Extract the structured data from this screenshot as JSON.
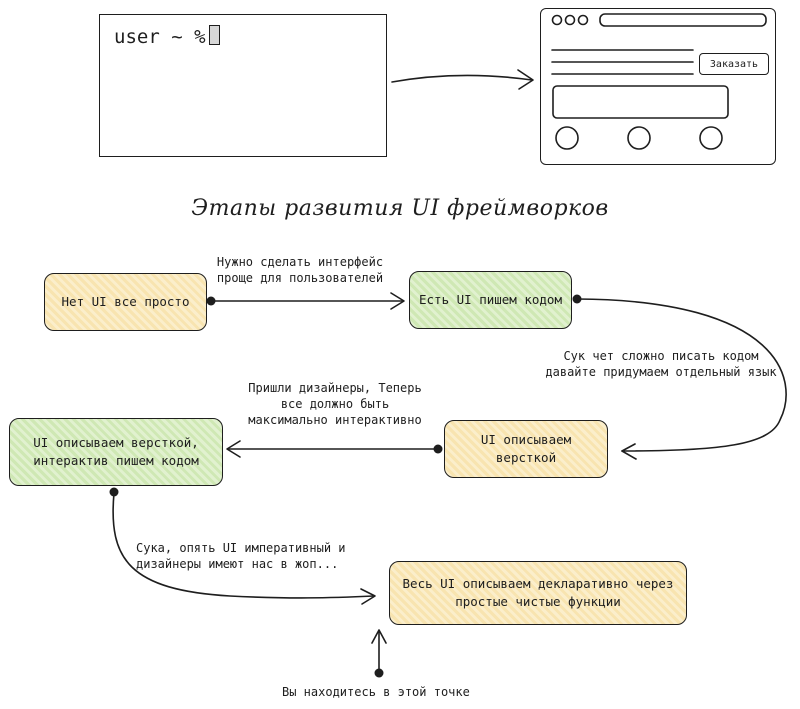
{
  "terminal": {
    "prompt": "user ~ %"
  },
  "browser_mockup": {
    "order_button": "Заказать"
  },
  "title": "Этапы развития UI фреймворков",
  "nodes": {
    "n1": "Нет UI все просто",
    "n2": "Есть UI пишем кодом",
    "n3": "UI описываем версткой",
    "n4": "UI описываем версткой, интерактив пишем кодом",
    "n5": "Весь UI описываем декларативно через простые чистые функции"
  },
  "edge_labels": {
    "e1": "Нужно сделать интерфейс проще для пользователей",
    "e2": "Сук чет сложно писать кодом давайте придумаем отдельный язык",
    "e3": "Пришли дизайнеры, Теперь все должно быть максимально интерактивно",
    "e4": "Сука, опять UI императивный и дизайнеры имеют нас в жоп..."
  },
  "annotation": "Вы находитесь в этой точке",
  "colors": {
    "yellow": "#f8e4b0",
    "green": "#cfe8b4",
    "stroke": "#1e1e1e"
  }
}
